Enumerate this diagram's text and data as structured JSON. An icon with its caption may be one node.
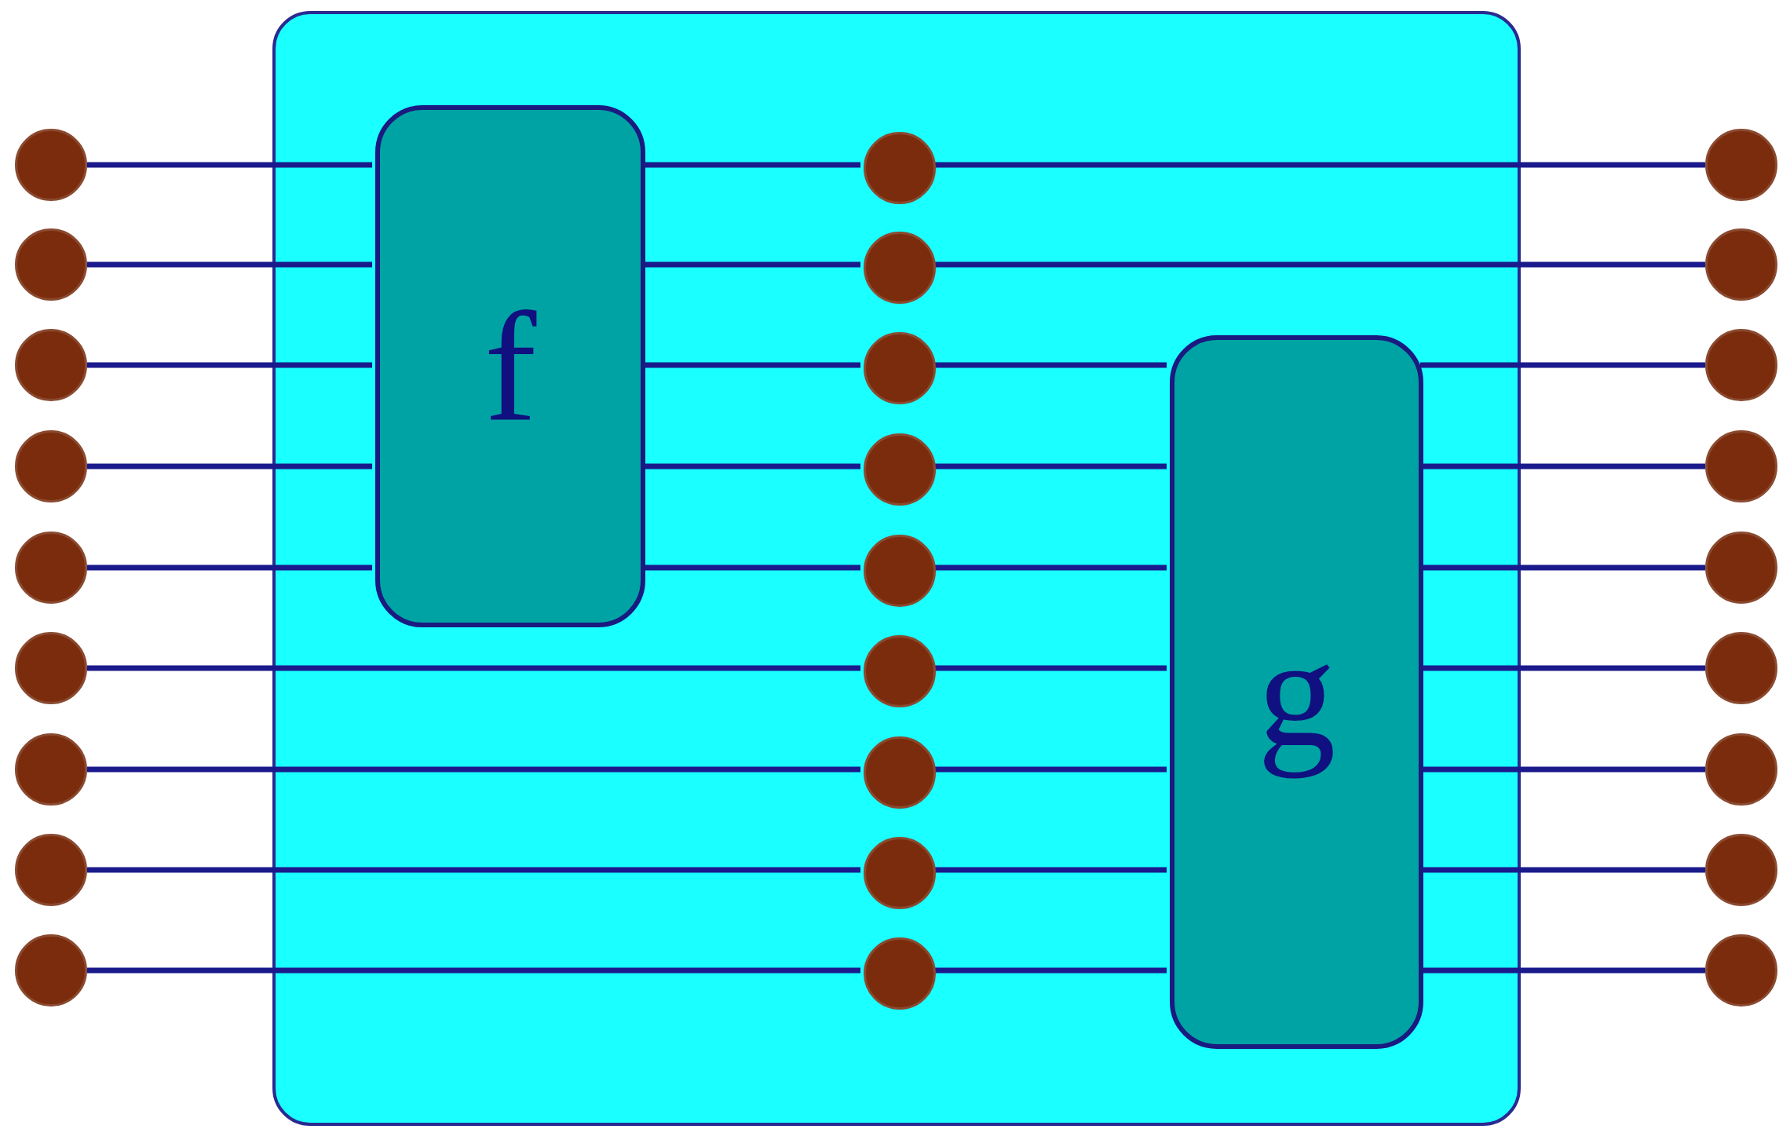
{
  "diagram": {
    "nodes": [
      {
        "text": [],
        "shape": "box"
      },
      {
        "text": [],
        "shape": "circle"
      },
      {
        "text": [],
        "shape": "circle"
      },
      {
        "text": [],
        "shape": "circle"
      },
      {
        "text": [],
        "shape": "circle"
      },
      {
        "text": [],
        "shape": "circle"
      },
      {
        "text": [],
        "shape": "circle"
      },
      {
        "text": [],
        "shape": "circle"
      },
      {
        "text": [],
        "shape": "circle"
      },
      {
        "text": [],
        "shape": "circle"
      },
      {
        "text": [
          "f"
        ],
        "in": 0
      },
      {
        "text": [],
        "shape": "circle",
        "in": 0
      },
      {
        "text": [],
        "shape": "circle",
        "in": 0
      },
      {
        "text": [],
        "shape": "circle",
        "in": 0
      },
      {
        "text": [],
        "shape": "circle",
        "in": 0
      },
      {
        "text": [],
        "shape": "circle",
        "in": 0
      },
      {
        "text": [],
        "shape": "circle",
        "in": 0
      },
      {
        "text": [],
        "shape": "circle",
        "in": 0
      },
      {
        "text": [],
        "shape": "circle",
        "in": 0
      },
      {
        "text": [],
        "shape": "circle",
        "in": 0
      },
      {
        "text": [
          "g"
        ],
        "in": 0
      },
      {
        "text": [],
        "shape": "circle"
      },
      {
        "text": [],
        "shape": "circle"
      },
      {
        "text": [],
        "shape": "circle"
      },
      {
        "text": [],
        "shape": "circle"
      },
      {
        "text": [],
        "shape": "circle"
      },
      {
        "text": [],
        "shape": "circle"
      },
      {
        "text": [],
        "shape": "circle"
      },
      {
        "text": [],
        "shape": "circle"
      },
      {
        "text": [],
        "shape": "circle"
      }
    ],
    "edges": [
      {
        "from": 1,
        "to": 10,
        "arrow": "none"
      },
      {
        "from": 2,
        "to": 10,
        "arrow": "none"
      },
      {
        "from": 3,
        "to": 10,
        "arrow": "none"
      },
      {
        "from": 4,
        "to": 10,
        "arrow": "none"
      },
      {
        "from": 5,
        "to": 10,
        "arrow": "none"
      },
      {
        "from": 6,
        "to": 16,
        "arrow": "none"
      },
      {
        "from": 7,
        "to": 17,
        "arrow": "none"
      },
      {
        "from": 8,
        "to": 18,
        "arrow": "none"
      },
      {
        "from": 9,
        "to": 19,
        "arrow": "none"
      },
      {
        "from": 10,
        "to": 11,
        "arrow": "none"
      },
      {
        "from": 10,
        "to": 12,
        "arrow": "none"
      },
      {
        "from": 10,
        "to": 13,
        "arrow": "none"
      },
      {
        "from": 10,
        "to": 14,
        "arrow": "none"
      },
      {
        "from": 10,
        "to": 15,
        "arrow": "none"
      },
      {
        "from": 11,
        "to": 21,
        "arrow": "none"
      },
      {
        "from": 12,
        "to": 22,
        "arrow": "none"
      },
      {
        "from": 13,
        "to": 20,
        "arrow": "none"
      },
      {
        "from": 14,
        "to": 20,
        "arrow": "none"
      },
      {
        "from": 15,
        "to": 20,
        "arrow": "none"
      },
      {
        "from": 16,
        "to": 20,
        "arrow": "none"
      },
      {
        "from": 17,
        "to": 20,
        "arrow": "none"
      },
      {
        "from": 18,
        "to": 20,
        "arrow": "none"
      },
      {
        "from": 19,
        "to": 20,
        "arrow": "none"
      },
      {
        "from": 20,
        "to": 23,
        "arrow": "none"
      },
      {
        "from": 20,
        "to": 24,
        "arrow": "none"
      },
      {
        "from": 20,
        "to": 25,
        "arrow": "none"
      },
      {
        "from": 20,
        "to": 26,
        "arrow": "none"
      },
      {
        "from": 20,
        "to": 27,
        "arrow": "none"
      },
      {
        "from": 20,
        "to": 28,
        "arrow": "none"
      },
      {
        "from": 20,
        "to": 29,
        "arrow": "none"
      }
    ]
  }
}
